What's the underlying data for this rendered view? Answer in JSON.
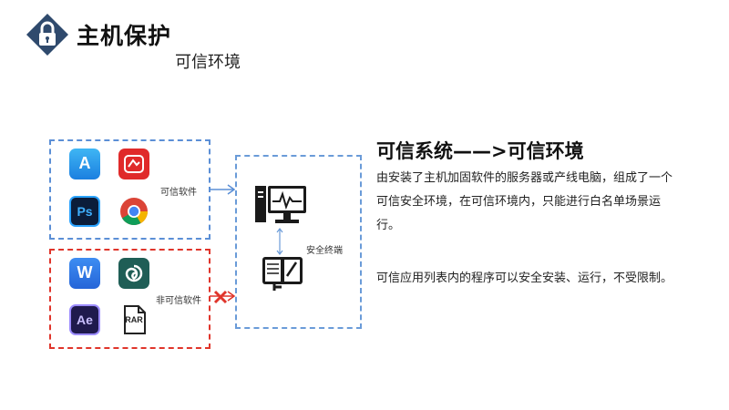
{
  "header": {
    "title": "主机保护",
    "subtitle": "可信环境"
  },
  "diagram": {
    "trusted_label": "可信软件",
    "untrusted_label": "非可信软件",
    "terminal_label": "安全终端",
    "apps": {
      "appstore": "A",
      "ps": "Ps",
      "ae": "Ae",
      "wps": "W",
      "rar": "RAR"
    },
    "colors": {
      "trusted_border": "#5b8fd6",
      "untrusted_border": "#e0352b",
      "terminal_border": "#6a9bd8",
      "logo": "#2f4a6d",
      "blocked_x": "#e0352b"
    }
  },
  "text": {
    "heading": "可信系统——>可信环境",
    "paragraph1": "由安装了主机加固软件的服务器或产线电脑，组成了一个可信安全环境，在可信环境内，只能进行白名单场景运行。",
    "paragraph2": "可信应用列表内的程序可以安全安装、运行，不受限制。"
  }
}
